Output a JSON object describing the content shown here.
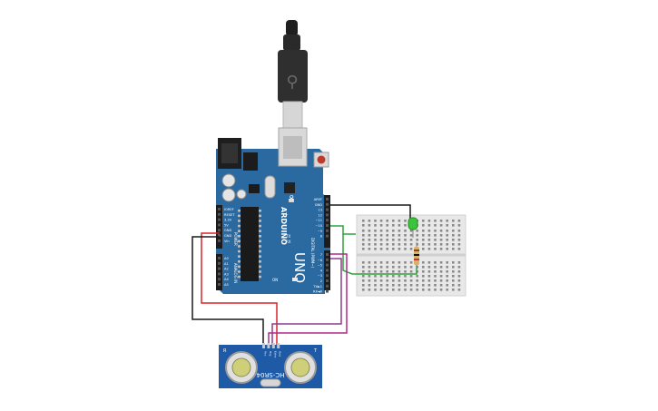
{
  "arduino": {
    "logo_text": "ARDUINO",
    "model_text": "UNO",
    "power_header_label": "POWER",
    "analog_header_label": "ANALOG IN",
    "digital_header_label": "DIGITAL (PWM~)",
    "power_pins": [
      "IOREF",
      "RESET",
      "3.3V",
      "5V",
      "GND",
      "GND",
      "Vin"
    ],
    "analog_pins": [
      "A0",
      "A1",
      "A2",
      "A3",
      "A4",
      "A5"
    ],
    "digital_top_pins": [
      "AREF",
      "GND",
      "13",
      "12",
      "~11",
      "~10",
      "~9",
      "8"
    ],
    "digital_bottom_pins": [
      "7",
      "~6",
      "~5",
      "4",
      "~3",
      "2",
      "TX►1",
      "RX◄0"
    ],
    "tx_label": "TX",
    "rx_label": "RX",
    "l_label": "L",
    "on_label": "ON"
  },
  "sensor": {
    "model_text": "HC-SR04",
    "pin_labels": [
      "Vcc",
      "Trig",
      "Echo",
      "Gnd"
    ],
    "left_mark": "R",
    "right_mark": "T"
  },
  "colors": {
    "board": "#2b6aa0",
    "board_dark": "#1f4f7a",
    "header": "#1c1c1c",
    "breadboard": "#e8e8e8",
    "wire_black": "#1a1a1a",
    "wire_red": "#d8232a",
    "wire_purple": "#8e3a8c",
    "wire_magenta": "#b02a8a",
    "wire_green": "#2fa33a",
    "led_green": "#3cc43c",
    "usb_plug": "#2a2a2a",
    "usb_metal": "#c9c9c9"
  }
}
